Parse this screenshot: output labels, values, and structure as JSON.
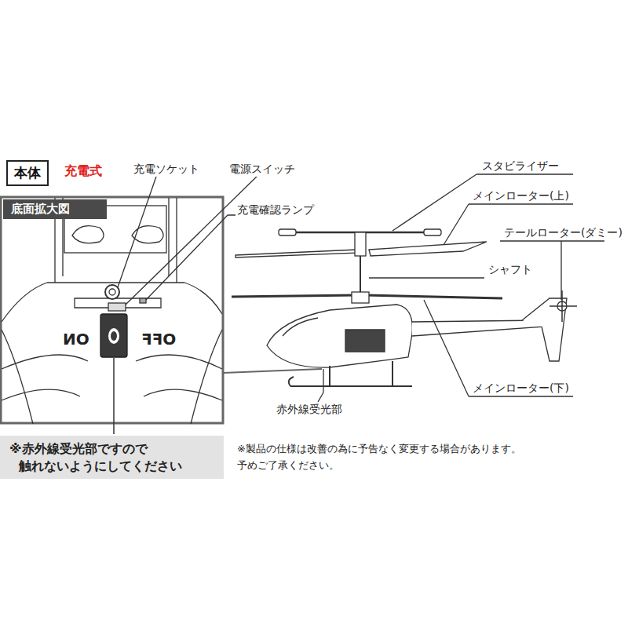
{
  "diagram": {
    "nodes": [
      {
        "text": [
          "本体"
        ]
      },
      {
        "text": [
          "底面拡大図"
        ]
      },
      {
        "text": [
          "※赤外線受光部ですので 触れないようにしてください"
        ]
      }
    ],
    "labels": [
      "充電式",
      "充電ソケット",
      "電源スイッチ",
      "充電確認ランプ",
      "ON",
      "OFF",
      "スタビライザー",
      "メインローター(上)",
      "テールローター(ダミー)",
      "シャフト",
      "メインローター(下)",
      "赤外線受光部",
      "※製品の仕様は改善の為に予告なく変更する場合があります。 予めご了承ください。"
    ]
  }
}
